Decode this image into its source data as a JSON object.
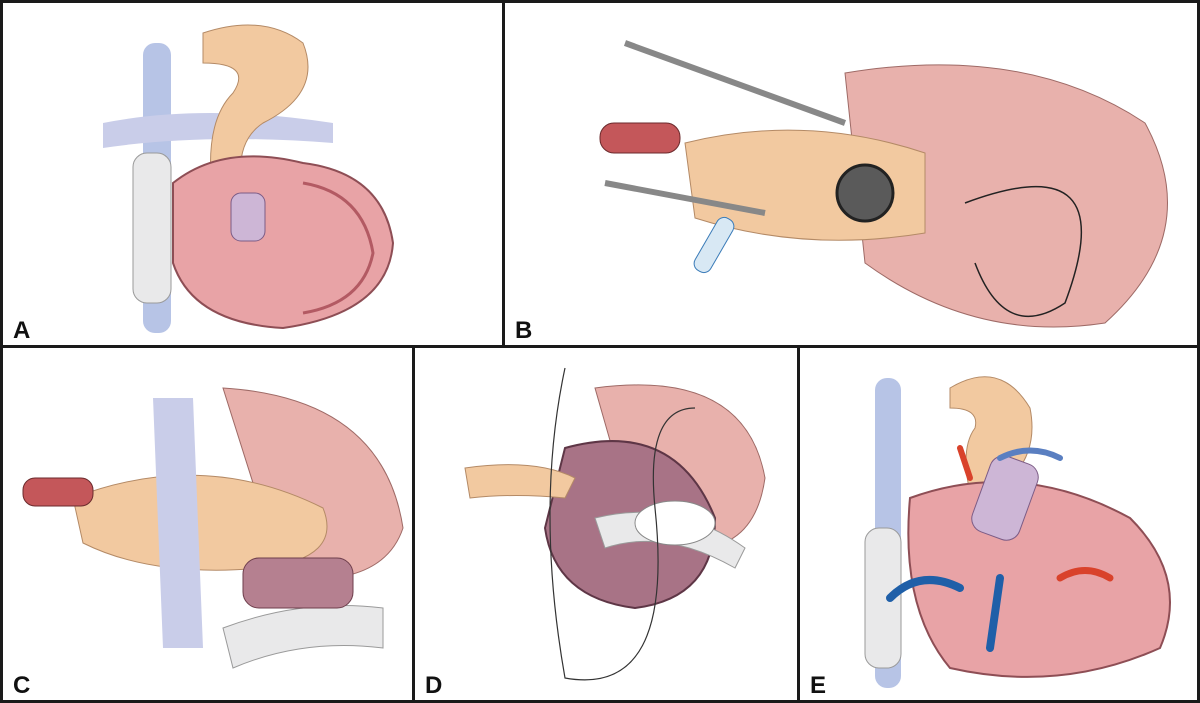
{
  "figure": {
    "panels": [
      {
        "id": "A",
        "label": "A",
        "description_icon": "heart-anatomy-illustration"
      },
      {
        "id": "B",
        "label": "B",
        "description_icon": "surgical-field-illustration"
      },
      {
        "id": "C",
        "label": "C",
        "description_icon": "surgical-field-illustration"
      },
      {
        "id": "D",
        "label": "D",
        "description_icon": "suture-illustration"
      },
      {
        "id": "E",
        "label": "E",
        "description_icon": "heart-flow-illustration"
      }
    ]
  },
  "colors": {
    "border": "#1a1a1a",
    "heart_tissue": "#e8a3a6",
    "vessel_blue": "#b7c4e6",
    "aorta": "#f2c9a0",
    "graft": "#e9e9ea",
    "flow_red": "#d9422b",
    "flow_blue": "#1f5fa8",
    "fat_yellow": "#f2d98a"
  }
}
